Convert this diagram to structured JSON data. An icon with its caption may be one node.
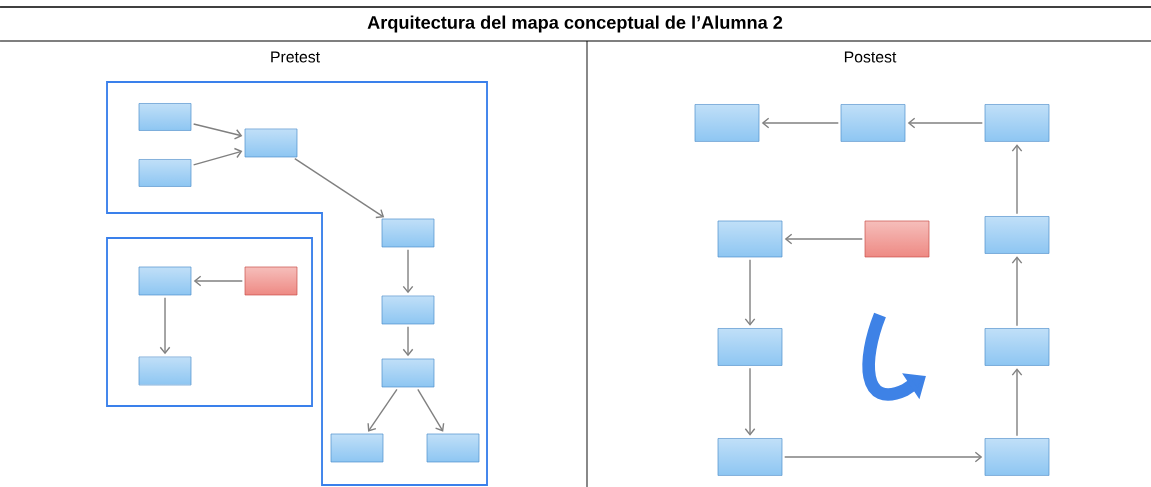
{
  "diagram": {
    "title": "Arquitectura del mapa conceptual de l’Alumna 2",
    "nodes": [
      {
        "text": [],
        "shape": "polygon"
      },
      {
        "text": [],
        "shape": "box",
        "in": 0
      },
      {
        "text": [],
        "shape": "box",
        "in": 0
      },
      {
        "text": [],
        "shape": "box",
        "in": 0
      },
      {
        "text": [],
        "shape": "box",
        "in": 0
      },
      {
        "text": [],
        "shape": "box",
        "in": 0
      },
      {
        "text": [],
        "shape": "box",
        "in": 0
      },
      {
        "text": [],
        "shape": "box",
        "in": 0
      },
      {
        "text": [],
        "shape": "box",
        "in": 0
      },
      {
        "text": [],
        "shape": "box"
      },
      {
        "text": [],
        "shape": "box",
        "in": 9
      },
      {
        "text": [],
        "shape": "box",
        "in": 9
      },
      {
        "text": [],
        "shape": "box",
        "in": 9
      },
      {
        "text": [],
        "shape": "box"
      },
      {
        "text": [],
        "shape": "box"
      },
      {
        "text": [],
        "shape": "box"
      },
      {
        "text": [],
        "shape": "box"
      },
      {
        "text": [],
        "shape": "box"
      },
      {
        "text": [],
        "shape": "box"
      },
      {
        "text": [],
        "shape": "box"
      },
      {
        "text": [],
        "shape": "box"
      },
      {
        "text": [],
        "shape": "box"
      },
      {
        "text": [],
        "shape": "box"
      }
    ],
    "edges": [
      {
        "from": 1,
        "to": 3,
        "arrow": "to"
      },
      {
        "from": 2,
        "to": 3,
        "arrow": "to"
      },
      {
        "from": 3,
        "to": 4,
        "arrow": "to"
      },
      {
        "from": 4,
        "to": 5,
        "arrow": "to"
      },
      {
        "from": 5,
        "to": 6,
        "arrow": "to"
      },
      {
        "from": 6,
        "to": 7,
        "arrow": "to"
      },
      {
        "from": 6,
        "to": 8,
        "arrow": "to"
      },
      {
        "from": 11,
        "to": 10,
        "arrow": "to"
      },
      {
        "from": 10,
        "to": 12,
        "arrow": "to"
      },
      {
        "from": 15,
        "to": 14,
        "arrow": "to"
      },
      {
        "from": 14,
        "to": 13,
        "arrow": "to"
      },
      {
        "from": 17,
        "to": 16,
        "arrow": "to"
      },
      {
        "from": 16,
        "to": 19,
        "arrow": "to"
      },
      {
        "from": 19,
        "to": 21,
        "arrow": "to"
      },
      {
        "from": 21,
        "to": 22,
        "arrow": "to"
      },
      {
        "from": 22,
        "to": 20,
        "arrow": "to"
      },
      {
        "from": 20,
        "to": 18,
        "arrow": "to"
      },
      {
        "from": 18,
        "to": 15,
        "arrow": "to"
      }
    ],
    "labels": [
      "Pretest",
      "Postest"
    ]
  }
}
